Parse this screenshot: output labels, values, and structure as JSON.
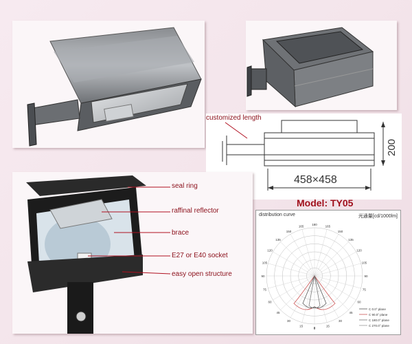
{
  "callouts": {
    "customized_length": "customized length",
    "seal_ring": "seal ring",
    "raffinal_reflector": "raffinal reflector",
    "brace": "brace",
    "socket": "E27 or E40 socket",
    "easy_open": "easy open structure"
  },
  "drawing": {
    "height_dim": "200",
    "size_dim": "458×458"
  },
  "model_label": "Model: TY05",
  "chart_data": {
    "type": "polar",
    "title": "distribution curve",
    "unit_label": "光通量[cd/1000lm]",
    "radial_ticks": [
      "180",
      "165",
      "150",
      "135",
      "120",
      "105",
      "90",
      "75",
      "60",
      "45",
      "30",
      "15",
      "0"
    ],
    "center_value": "0",
    "legend": [
      {
        "name": "C  0.0° plane",
        "color": "#555555"
      },
      {
        "name": "C  90.0° plane",
        "color": "#cc5555"
      },
      {
        "name": "C 180.0° plane",
        "color": "#777777"
      },
      {
        "name": "C 270.0° plane",
        "color": "#999999"
      }
    ]
  }
}
